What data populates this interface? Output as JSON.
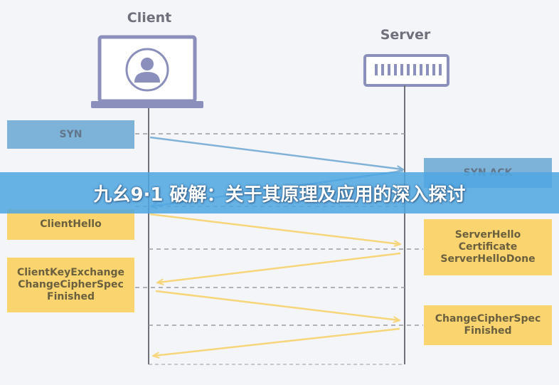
{
  "client": {
    "title": "Client",
    "icon": "user-avatar-icon"
  },
  "server": {
    "title": "Server",
    "icon": "server-rack-icon"
  },
  "left_boxes": [
    {
      "lines": [
        "SYN"
      ],
      "color": "blue"
    },
    {
      "lines": [
        "ClientHello"
      ],
      "color": "yellow"
    },
    {
      "lines": [
        "ClientKeyExchange",
        "ChangeCipherSpec",
        "Finished"
      ],
      "color": "yellow"
    }
  ],
  "right_boxes": [
    {
      "lines": [
        "SYN ACK"
      ],
      "color": "blue"
    },
    {
      "lines": [
        "ServerHello",
        "Certificate",
        "ServerHelloDone"
      ],
      "color": "yellow"
    },
    {
      "lines": [
        "ChangeCipherSpec",
        "Finished"
      ],
      "color": "yellow"
    }
  ],
  "banner": {
    "text": "九幺9·1 破解：关于其原理及应用的深入探讨"
  },
  "colors": {
    "blue_box": "#7db3d8",
    "yellow_box": "#fad56f",
    "blue_arrow": "#7fb2d6",
    "yellow_arrow": "#f6d57b",
    "device_frame": "#8a8fbc",
    "lifeline": "#6f7178",
    "banner": "#4ea6e2"
  }
}
